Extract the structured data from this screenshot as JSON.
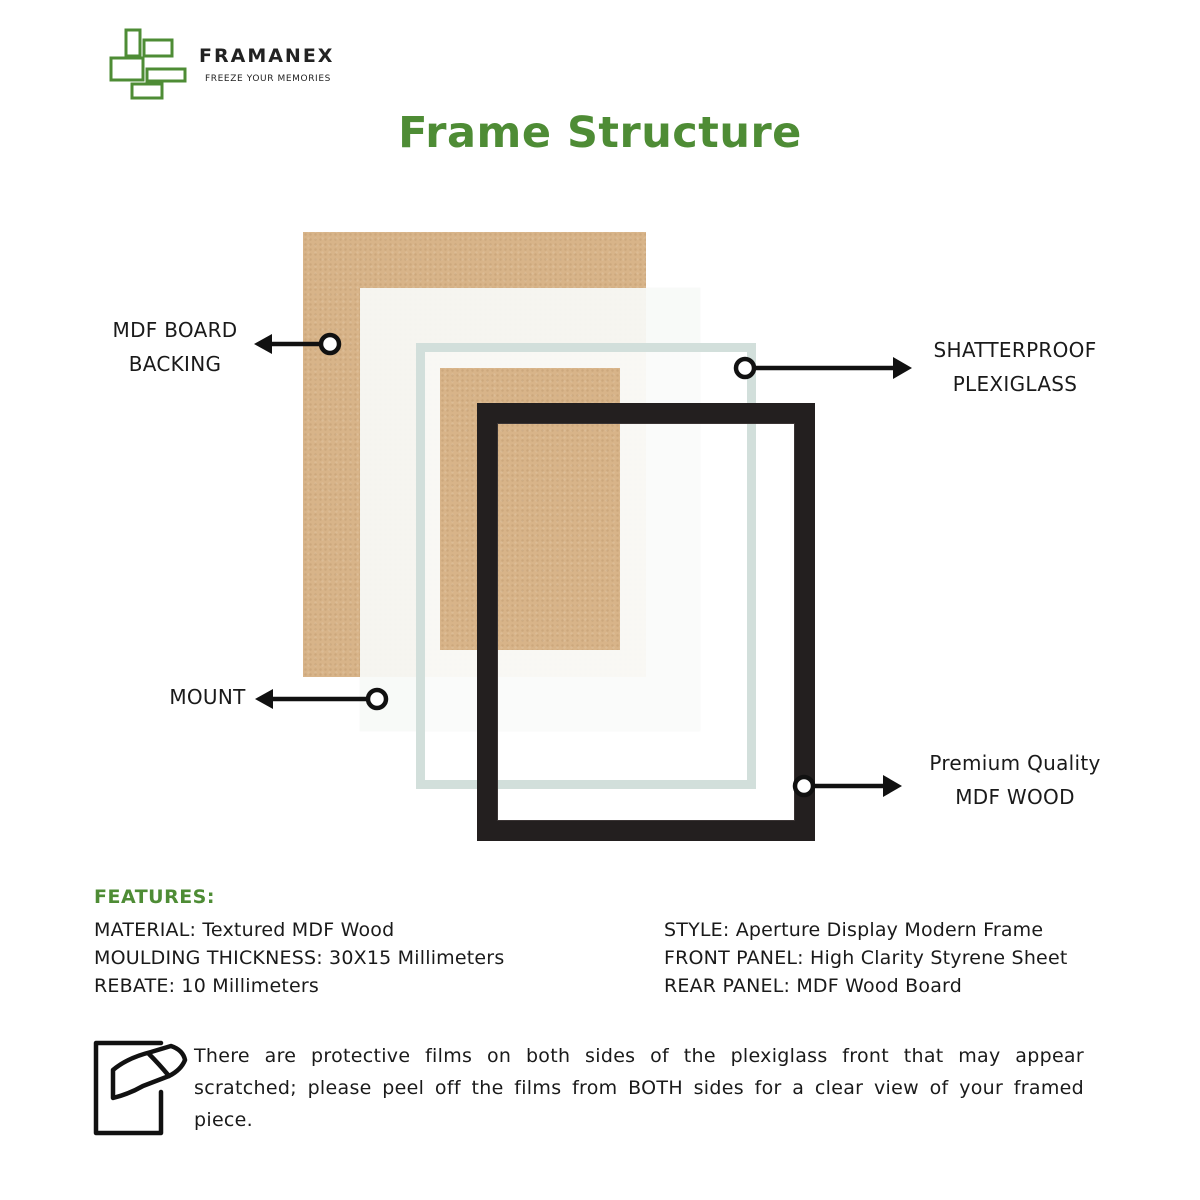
{
  "brand": {
    "name": "FRAMANEX",
    "tagline": "FREEZE YOUR MEMORIES",
    "color": "#4e8c35"
  },
  "title": "Frame Structure",
  "diagram": {
    "labels": {
      "backing_line1": "MDF BOARD",
      "backing_line2": "BACKING",
      "mount": "MOUNT",
      "plexi_line1": "SHATTERPROOF",
      "plexi_line2": "PLEXIGLASS",
      "frame_line1": "Premium Quality",
      "frame_line2": "MDF WOOD"
    },
    "colors": {
      "mdf": "#d8b489",
      "mount": "#f8faf7",
      "plexiglass_edge": "#d2dfdb",
      "frame": "#231f1f"
    }
  },
  "features": {
    "heading": "FEATURES:",
    "left": [
      "MATERIAL: Textured MDF Wood",
      "MOULDING THICKNESS: 30X15 Millimeters",
      "REBATE: 10 Millimeters"
    ],
    "right": [
      "STYLE: Aperture Display Modern Frame",
      "FRONT PANEL: High Clarity Styrene Sheet",
      "REAR PANEL: MDF Wood Board"
    ]
  },
  "notice": {
    "icon": "peel-film-icon",
    "text": "There are protective films on both sides of the plexiglass front that may appear scratched; please peel off the films from BOTH sides for a clear view of your framed piece."
  }
}
